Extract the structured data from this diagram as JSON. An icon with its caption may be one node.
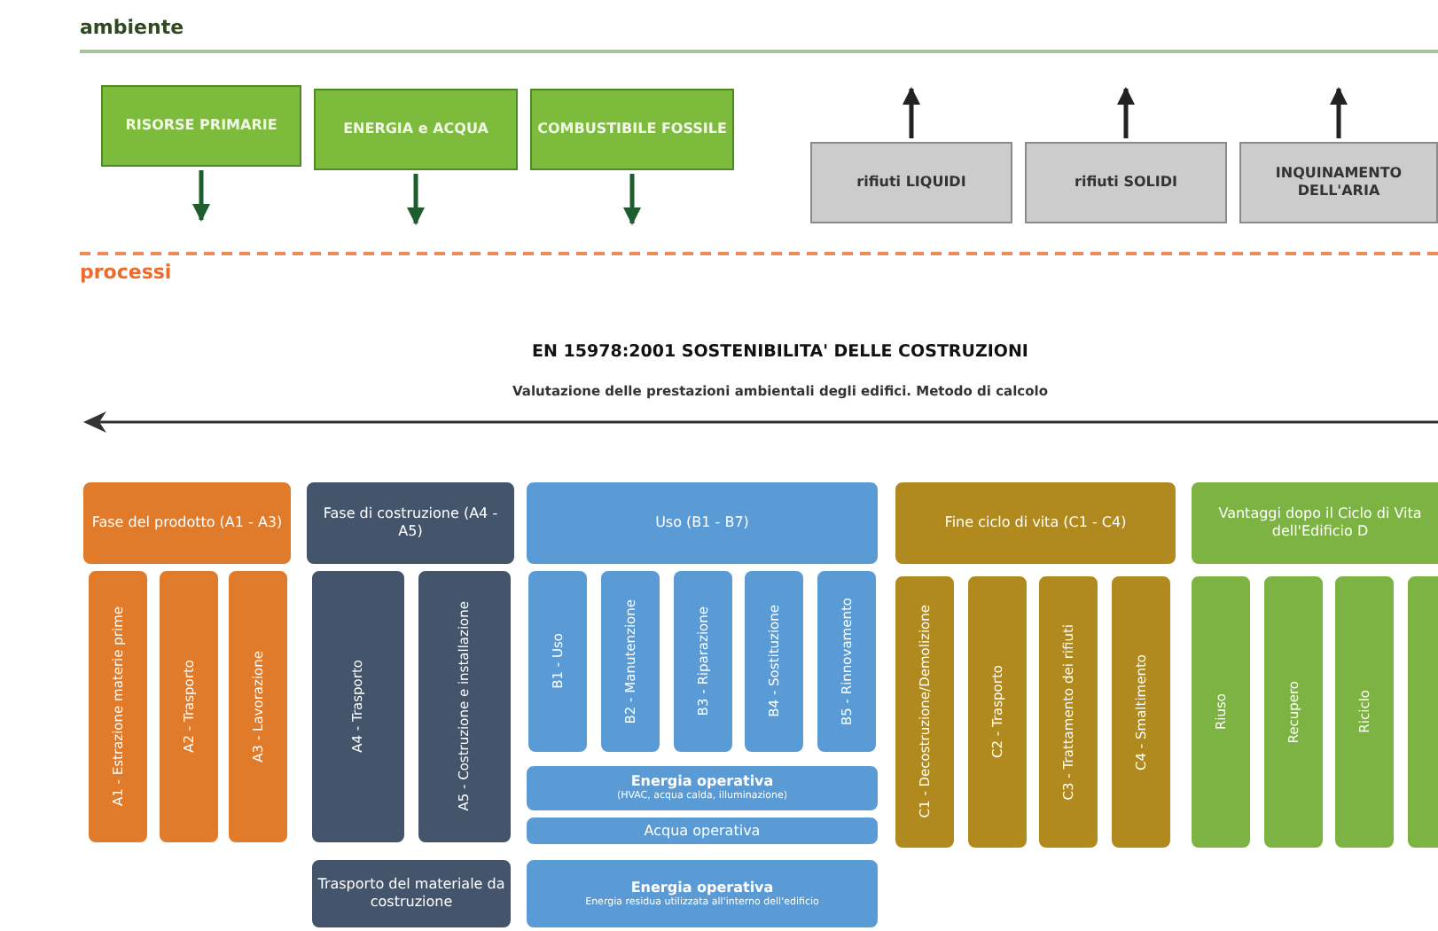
{
  "diagram": {
    "title": "EN 15978:2001 SOSTENIBILITA' DELLE COSTRUZIONI",
    "nodes": [
      {
        "text": [
          "RISORSE PRIMARIE"
        ]
      },
      {
        "text": [
          "ENERGIA e ACQUA"
        ]
      },
      {
        "text": [
          "COMBUSTIBILE FOSSILE"
        ]
      },
      {
        "text": [
          "rifiuti LIQUIDI"
        ]
      },
      {
        "text": [
          "rifiuti SOLIDI"
        ]
      },
      {
        "text": [
          "INQUINAMENTO DELL'ARIA"
        ]
      },
      {
        "text": [
          "Fase del prodotto (A1 - A3)"
        ]
      },
      {
        "text": [
          "A1 - Estrazione materie prime"
        ]
      },
      {
        "text": [
          "A2 - Trasporto"
        ]
      },
      {
        "text": [
          "A3 - Lavorazione"
        ]
      },
      {
        "text": [
          "Fase di costruzione (A4 - A5)"
        ]
      },
      {
        "text": [
          "A4 - Trasporto"
        ]
      },
      {
        "text": [
          "A5 - Costruzione e installazione"
        ]
      },
      {
        "text": [
          "Trasporto del materiale da costruzione"
        ]
      },
      {
        "text": [
          "Uso (B1 - B7)"
        ]
      },
      {
        "text": [
          "B1 - Uso"
        ]
      },
      {
        "text": [
          "B2 - Manutenzione"
        ]
      },
      {
        "text": [
          "B3 - Riparazione"
        ]
      },
      {
        "text": [
          "B4 - Sostituzione"
        ]
      },
      {
        "text": [
          "B5 - Rinnovamento"
        ]
      },
      {
        "text": [
          "Energia operativa",
          "(HVAC, acqua calda, illuminazione)"
        ]
      },
      {
        "text": [
          "Acqua operativa"
        ]
      },
      {
        "text": [
          "Energia operativa",
          "Energia residua utilizzata all'interno dell'edificio"
        ]
      },
      {
        "text": [
          "Fine ciclo di vita (C1 - C4)"
        ]
      },
      {
        "text": [
          "C1 - Decostruzione/Demolizione"
        ]
      },
      {
        "text": [
          "C2 - Trasporto"
        ]
      },
      {
        "text": [
          "C3 - Trattamento dei rifiuti"
        ]
      },
      {
        "text": [
          "C4 - Smaltimento"
        ]
      },
      {
        "text": [
          "Vantaggi dopo il Ciclo di Vita dell'Edificio D"
        ]
      },
      {
        "text": [
          "Riuso"
        ]
      },
      {
        "text": [
          "Recupero"
        ]
      },
      {
        "text": [
          "Riciclo"
        ]
      },
      {
        "text": [],
        "shape": "bar"
      }
    ],
    "edges": [
      {
        "from": 0,
        "to": null,
        "arrow": "to",
        "color": "#1e5e2e"
      },
      {
        "from": 1,
        "to": null,
        "arrow": "to",
        "color": "#1e5e2e"
      },
      {
        "from": 2,
        "to": null,
        "arrow": "to",
        "color": "#1e5e2e"
      },
      {
        "from": 3,
        "to": null,
        "arrow": "to",
        "color": "#222222"
      },
      {
        "from": 4,
        "to": null,
        "arrow": "to",
        "color": "#222222"
      },
      {
        "from": 5,
        "to": null,
        "arrow": "to",
        "color": "#222222"
      }
    ],
    "labels": [
      "ambiente",
      "processi",
      "Valutazione delle prestazioni ambientali degli edifici.  Metodo di calcolo"
    ]
  }
}
